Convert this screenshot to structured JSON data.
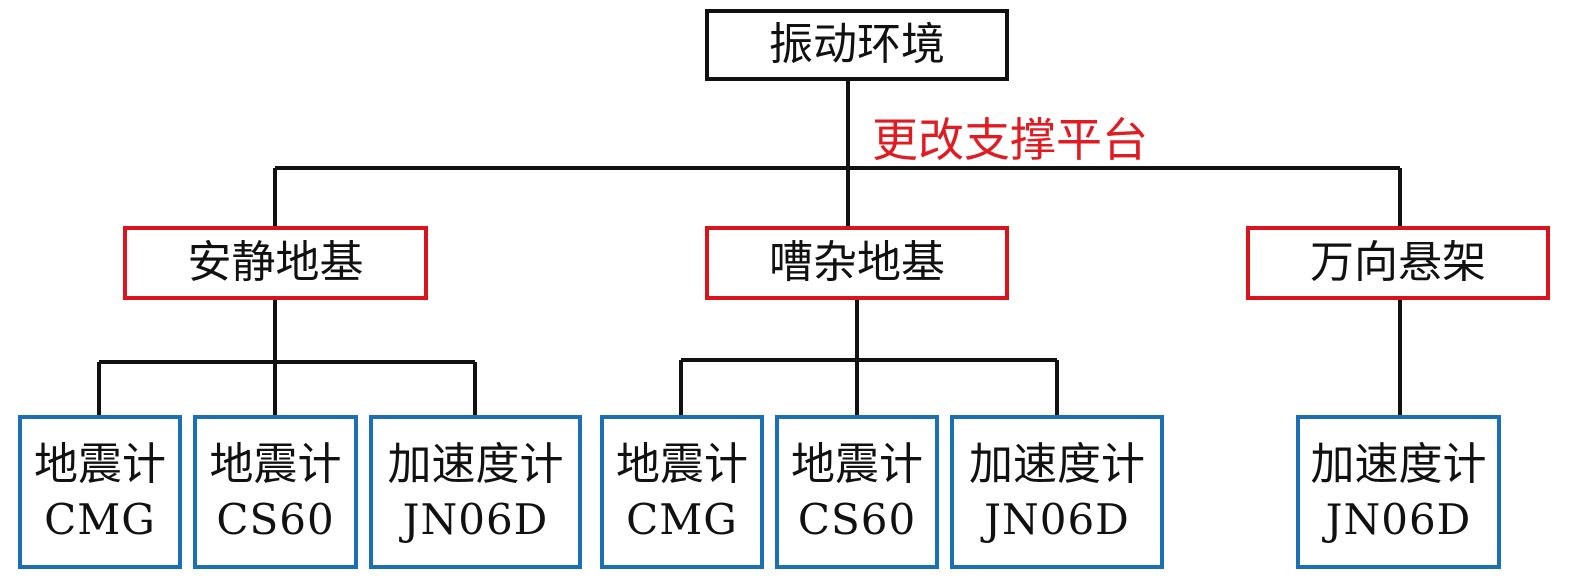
{
  "root": {
    "label": "振动环境"
  },
  "annotation": "更改支撑平台",
  "platforms": [
    {
      "label": "安静地基",
      "sensors": [
        {
          "line1": "地震计",
          "line2": "CMG"
        },
        {
          "line1": "地震计",
          "line2": "CS60"
        },
        {
          "line1": "加速度计",
          "line2": "JN06D"
        }
      ]
    },
    {
      "label": "嘈杂地基",
      "sensors": [
        {
          "line1": "地震计",
          "line2": "CMG"
        },
        {
          "line1": "地震计",
          "line2": "CS60"
        },
        {
          "line1": "加速度计",
          "line2": "JN06D"
        }
      ]
    },
    {
      "label": "万向悬架",
      "sensors": [
        {
          "line1": "加速度计",
          "line2": "JN06D"
        }
      ]
    }
  ],
  "colors": {
    "root_border": "#111111",
    "platform_border": "#d9141c",
    "sensor_border": "#1a6fb5",
    "annotation": "#e01b22"
  }
}
